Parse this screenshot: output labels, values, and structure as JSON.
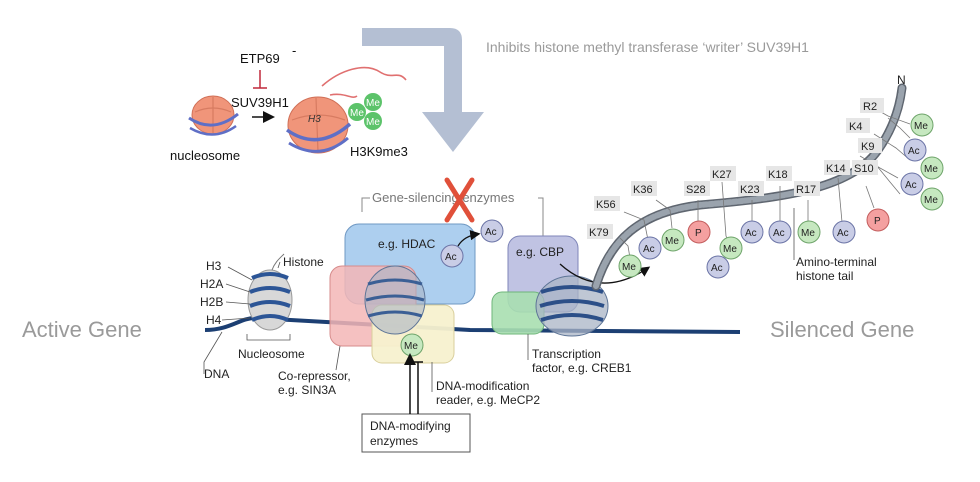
{
  "inset": {
    "nucleosome_label": "nucleosome",
    "inhibitor_label": "ETP69",
    "inhibitor_sign": "-",
    "enzyme_label": "SUV39H1",
    "histone_letter": "H3",
    "product_label": "H3K9me3",
    "me_label": "Me"
  },
  "annotations": {
    "inhibition_note": "Inhibits histone methyl transferase ‘writer’ SUV39H1",
    "gene_silencing_enzymes": "Gene-silencing enzymes",
    "active_gene": "Active Gene",
    "silenced_gene": "Silenced Gene"
  },
  "nucleosome_labels": {
    "h3": "H3",
    "h2a": "H2A",
    "h2b": "H2B",
    "h4": "H4",
    "histone": "Histone",
    "nucleosome": "Nucleosome",
    "dna": "DNA"
  },
  "complex_labels": {
    "hdac": "e.g. HDAC",
    "cbp": "e.g. CBP",
    "corepressor_line1": "Co-repressor,",
    "corepressor_line2": "e.g. SIN3A",
    "reader_line1": "DNA-modification",
    "reader_line2": "reader, e.g. MeCP2",
    "tf_line1": "Transcription",
    "tf_line2": "factor, e.g. CREB1",
    "dme_line1": "DNA-modifying",
    "dme_line2": "enzymes",
    "tail_line1": "Amino-terminal",
    "tail_line2": "histone tail",
    "tail_end": "N"
  },
  "marks": {
    "ac": "Ac",
    "me": "Me",
    "p": "P"
  },
  "residues": {
    "k79": "K79",
    "k56": "K56",
    "k36": "K36",
    "s28": "S28",
    "k27": "K27",
    "k23": "K23",
    "k18": "K18",
    "r17": "R17",
    "k14": "K14",
    "s10": "S10",
    "k9": "K9",
    "k4": "K4",
    "r2": "R2"
  },
  "colors": {
    "ac_fill": "#c9cde6",
    "me_fill": "#c6e8c0",
    "p_fill": "#f4a0a0",
    "dna": "#1c3f73",
    "hdac_blue": "#9fc7ec",
    "corepressor_pink": "#f3b6b6",
    "reader_yellow": "#f7f1cf",
    "cbp_purple": "#b9bde0",
    "tf_green": "#a9dfb0",
    "nucleosome_orange": "#f0957a",
    "arrow_grey": "#b4bfd3",
    "cross_red": "#e0503a"
  }
}
